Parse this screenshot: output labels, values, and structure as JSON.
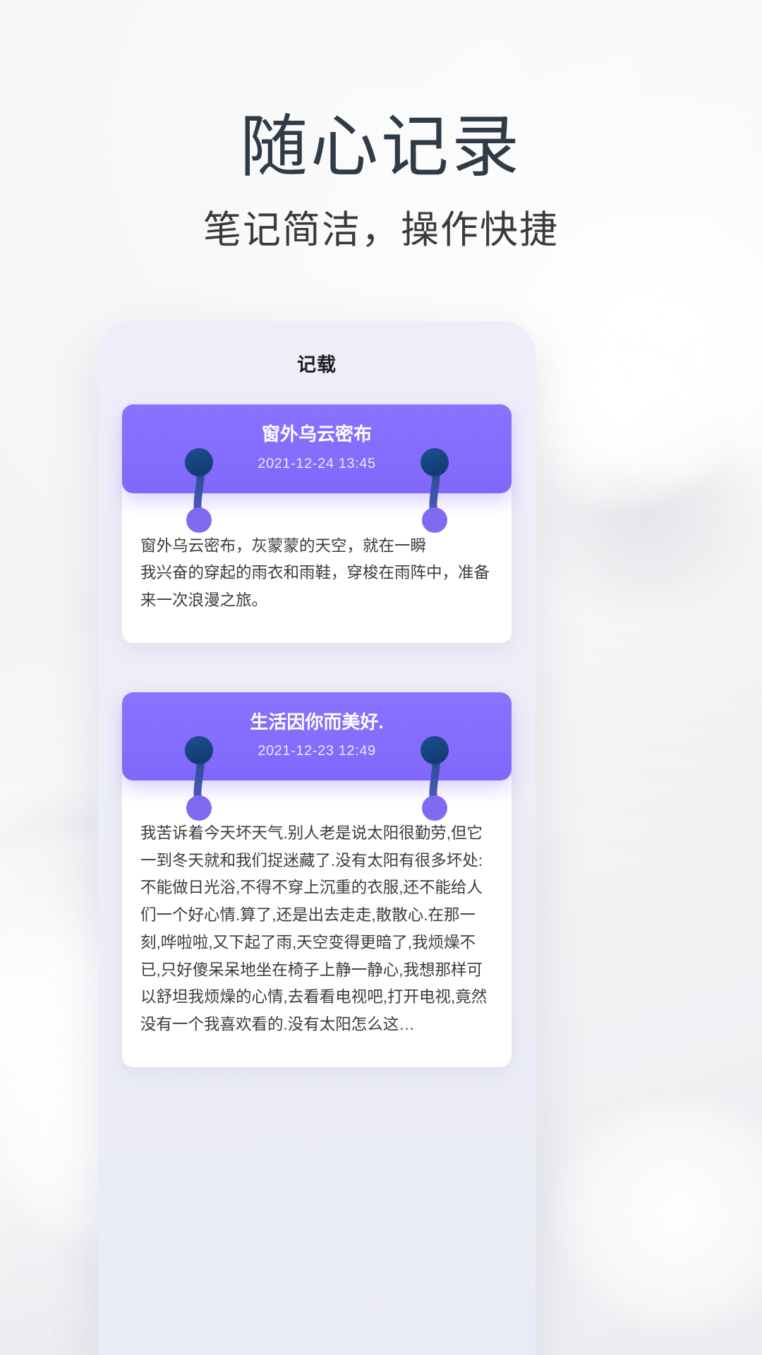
{
  "hero": {
    "title": "随心记录",
    "subtitle": "笔记简洁，操作快捷"
  },
  "app": {
    "header_title": "记载"
  },
  "notes": [
    {
      "title": "窗外乌云密布",
      "date": "2021-12-24  13:45",
      "text": "窗外乌云密布，灰蒙蒙的天空，就在一瞬\n我兴奋的穿起的雨衣和雨鞋，穿梭在雨阵中，准备来一次浪漫之旅。"
    },
    {
      "title": "生活因你而美好.",
      "date": "2021-12-23  12:49",
      "text": "我苦诉着今天坏天气.别人老是说太阳很勤劳,但它一到冬天就和我们捉迷藏了.没有太阳有很多坏处:不能做日光浴,不得不穿上沉重的衣服,还不能给人们一个好心情.算了,还是出去走走,散散心.在那一刻,哗啦啦,又下起了雨,天空变得更暗了,我烦燥不已,只好傻呆呆地坐在椅子上静一静心,我想那样可以舒坦我烦燥的心情,去看看电视吧,打开电视,竟然没有一个我喜欢看的.没有太阳怎么这…"
    }
  ],
  "colors": {
    "accent_purple": "#8268fc",
    "clip_top": "#17457f",
    "clip_bottom": "#7f6bf2",
    "title_text": "#2f3b47",
    "background": "#f3f3f5"
  }
}
